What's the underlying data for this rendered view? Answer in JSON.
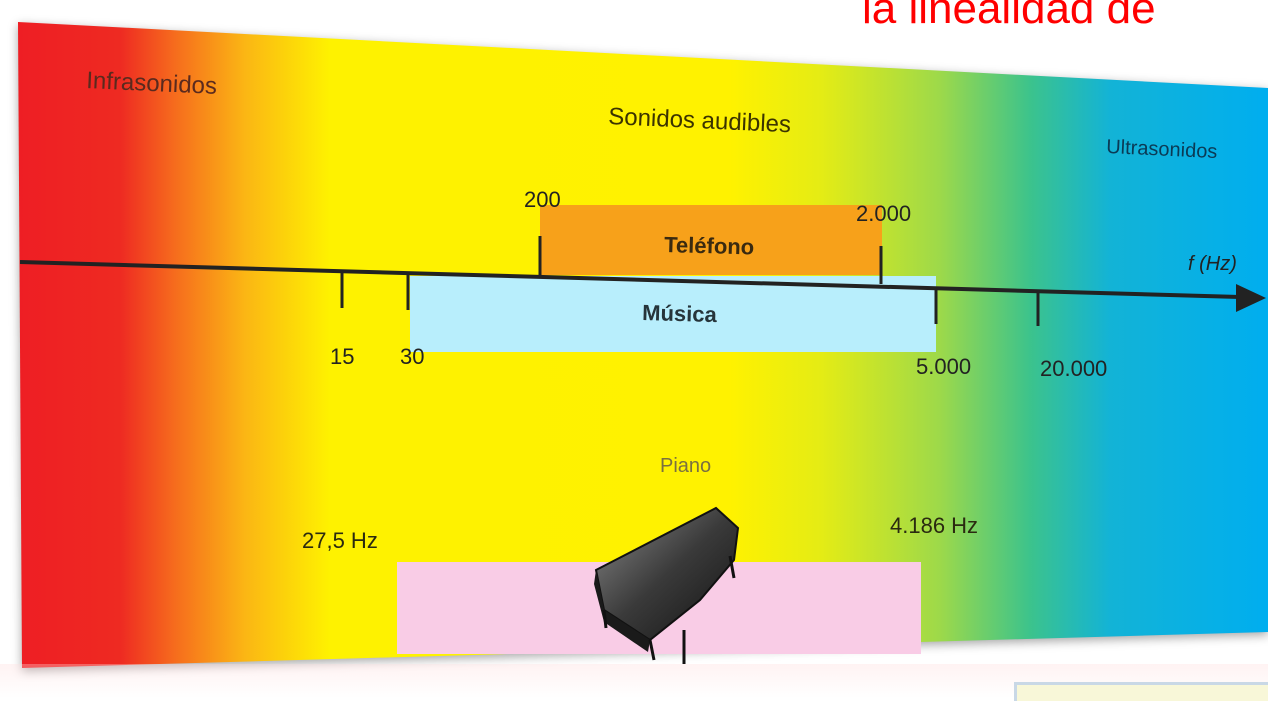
{
  "slide": {
    "title_fragment": "la linealidad de"
  },
  "regions": {
    "infrasound": "Infrasonidos",
    "audible": "Sonidos audibles",
    "ultrasound": "Ultrasonidos"
  },
  "axis": {
    "label": "f (Hz)",
    "scale": "logarithmic"
  },
  "ticks": [
    {
      "label": "15",
      "value": 15
    },
    {
      "label": "30",
      "value": 30
    },
    {
      "label": "5.000",
      "value": 5000
    },
    {
      "label": "20.000",
      "value": 20000
    }
  ],
  "bands": [
    {
      "name": "Teléfono",
      "from_label": "200",
      "to_label": "2.000",
      "from": 200,
      "to": 2000,
      "color": "#f7a11a"
    },
    {
      "name": "Música",
      "from": 30,
      "to": 5000,
      "color": "#b8eefc"
    },
    {
      "name": "Piano",
      "from_label": "27,5 Hz",
      "to_label": "4.186 Hz",
      "from": 27.5,
      "to": 4186,
      "color": "#f9cce6"
    }
  ],
  "colors": {
    "red": "#ee1c24",
    "yellow": "#fff200",
    "cyan": "#00aeef",
    "title": "#ff0000",
    "axis": "#222222"
  },
  "icons": {
    "instrument": "grand-piano-icon"
  }
}
